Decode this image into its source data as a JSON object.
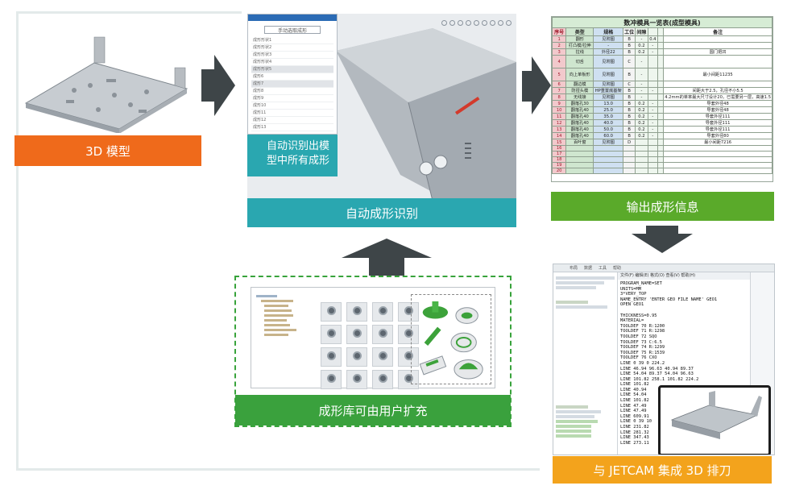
{
  "blocks": {
    "model": {
      "label": "3D 模型",
      "color": "#ef6a1b"
    },
    "recognition": {
      "label": "自动成形识别",
      "color": "#2aa7b0",
      "callout": [
        "自动识别出模",
        "型中所有成形"
      ]
    },
    "output": {
      "label": "输出成形信息",
      "color": "#5aaa2a"
    },
    "library": {
      "label": "成形库可由用户扩充",
      "color": "#3aa13d"
    },
    "jetcam": {
      "label": "与 JETCAM 集成 3D 排刀",
      "color": "#f3a31c"
    }
  },
  "arrow_color": "#3e4548",
  "table": {
    "title": "数冲模具一览表(成型模具)",
    "headers": [
      "序号",
      "类型",
      "规格",
      "工位",
      "间隙",
      "",
      "",
      "备注"
    ],
    "rows": [
      [
        "1",
        "翻形",
        "见附图",
        "B",
        "-",
        "0.4",
        "",
        ""
      ],
      [
        "2",
        "打凸模/拉伸",
        "-",
        "B",
        "0.2",
        "-",
        "",
        ""
      ],
      [
        "3",
        "拉线",
        "外径22",
        "B",
        "0.2",
        "-",
        "",
        "圆门把凹"
      ],
      [
        "4",
        "切舌",
        "见附图",
        "C",
        "-",
        "",
        "",
        ""
      ],
      [
        "5",
        "向上单板形",
        "见附图",
        "B",
        "-",
        "",
        "",
        "最小间距11235"
      ],
      [
        "6",
        "翻边模",
        "见附图",
        "C",
        "-",
        "",
        "",
        ""
      ],
      [
        "7",
        "防扭头模",
        "HP重置底基架",
        "B",
        "-",
        "-",
        "",
        "间距大于2.5，孔径不小5.5"
      ],
      [
        "8",
        "无线接",
        "见附图",
        "B",
        "-",
        "",
        "",
        "4.2mm的单率最大尺寸设计20，已需要另一层，高速1.5"
      ],
      [
        "9",
        "翻落孔30",
        "13.0",
        "B",
        "0.2",
        "-",
        "",
        "导套外径48"
      ],
      [
        "10",
        "翻落孔40",
        "25.0",
        "B",
        "0.2",
        "-",
        "",
        "导套外径48"
      ],
      [
        "11",
        "翻落孔40",
        "35.0",
        "B",
        "0.2",
        "-",
        "",
        "导套外径111"
      ],
      [
        "12",
        "翻落孔40",
        "40.0",
        "B",
        "0.2",
        "-",
        "",
        "导套外径111"
      ],
      [
        "13",
        "翻落孔40",
        "50.0",
        "B",
        "0.2",
        "-",
        "",
        "导套外径111"
      ],
      [
        "14",
        "翻落孔40",
        "60.0",
        "B",
        "0.2",
        "-",
        "",
        "导套外径80"
      ],
      [
        "15",
        "百叶窗",
        "见附图",
        "D",
        "",
        "",
        "",
        "最小间距7216"
      ],
      [
        "16",
        "",
        "",
        "",
        "",
        "",
        "",
        ""
      ],
      [
        "17",
        "",
        "",
        "",
        "",
        "",
        "",
        ""
      ],
      [
        "18",
        "",
        "",
        "",
        "",
        "",
        "",
        ""
      ],
      [
        "19",
        "",
        "",
        "",
        "",
        "",
        "",
        ""
      ],
      [
        "20",
        "",
        "",
        "",
        "",
        "",
        "",
        ""
      ]
    ]
  },
  "jetcam_code": [
    "PROGRAM_NAME=SET",
    "UNITS=MM",
    "3*VERY_TOP",
    "NAME_ENTRY 'ENTER GEO FILE NAME' GEO1",
    "OPEN GEO1",
    "",
    "THICKNESS=0.95",
    "MATERIAL=",
    "TOOLDEF 70 R:1200",
    "TOOLDEF 71 R:1298",
    "TOOLDEF 72 SQO",
    "TOOLDEF 73 C:6.5",
    "TOOLDEF 74 R:1299",
    "TOOLDEF 75 R:1539",
    "TOOLDEF 76 CXO",
    "LINE 0 39 0 224.2",
    "LINE 46.94 96.63 40.94 89.37",
    "LINE 54.04 89.37 54.04 96.63",
    "LINE 101.82 258.1 101.82 224.2",
    "LINE 101.82",
    "LINE 40.94",
    "LINE 54.04",
    "LINE 101.82",
    "LINE 47.49",
    "LINE 47.49",
    "LINE 609.91",
    "LINE 0 39 10",
    "LINE 231.82",
    "LINE 281.32",
    "LINE 347.43",
    "LINE 273.11"
  ],
  "ribbon_tabs": [
    "布局",
    "数据",
    "工具",
    "帮助"
  ],
  "editor_menu": "文件(F)  编辑(E)  格式(O)  查看(V)  帮助(H)",
  "panel_button": "手动选取成形",
  "panel_rows": [
    "成形形状1",
    "成形形状2",
    "成形形状3",
    "成形形状4",
    "成形形状5",
    "成形6",
    "成形7",
    "成形8",
    "成形9",
    "成形10",
    "成形11",
    "成形12",
    "成形13"
  ]
}
